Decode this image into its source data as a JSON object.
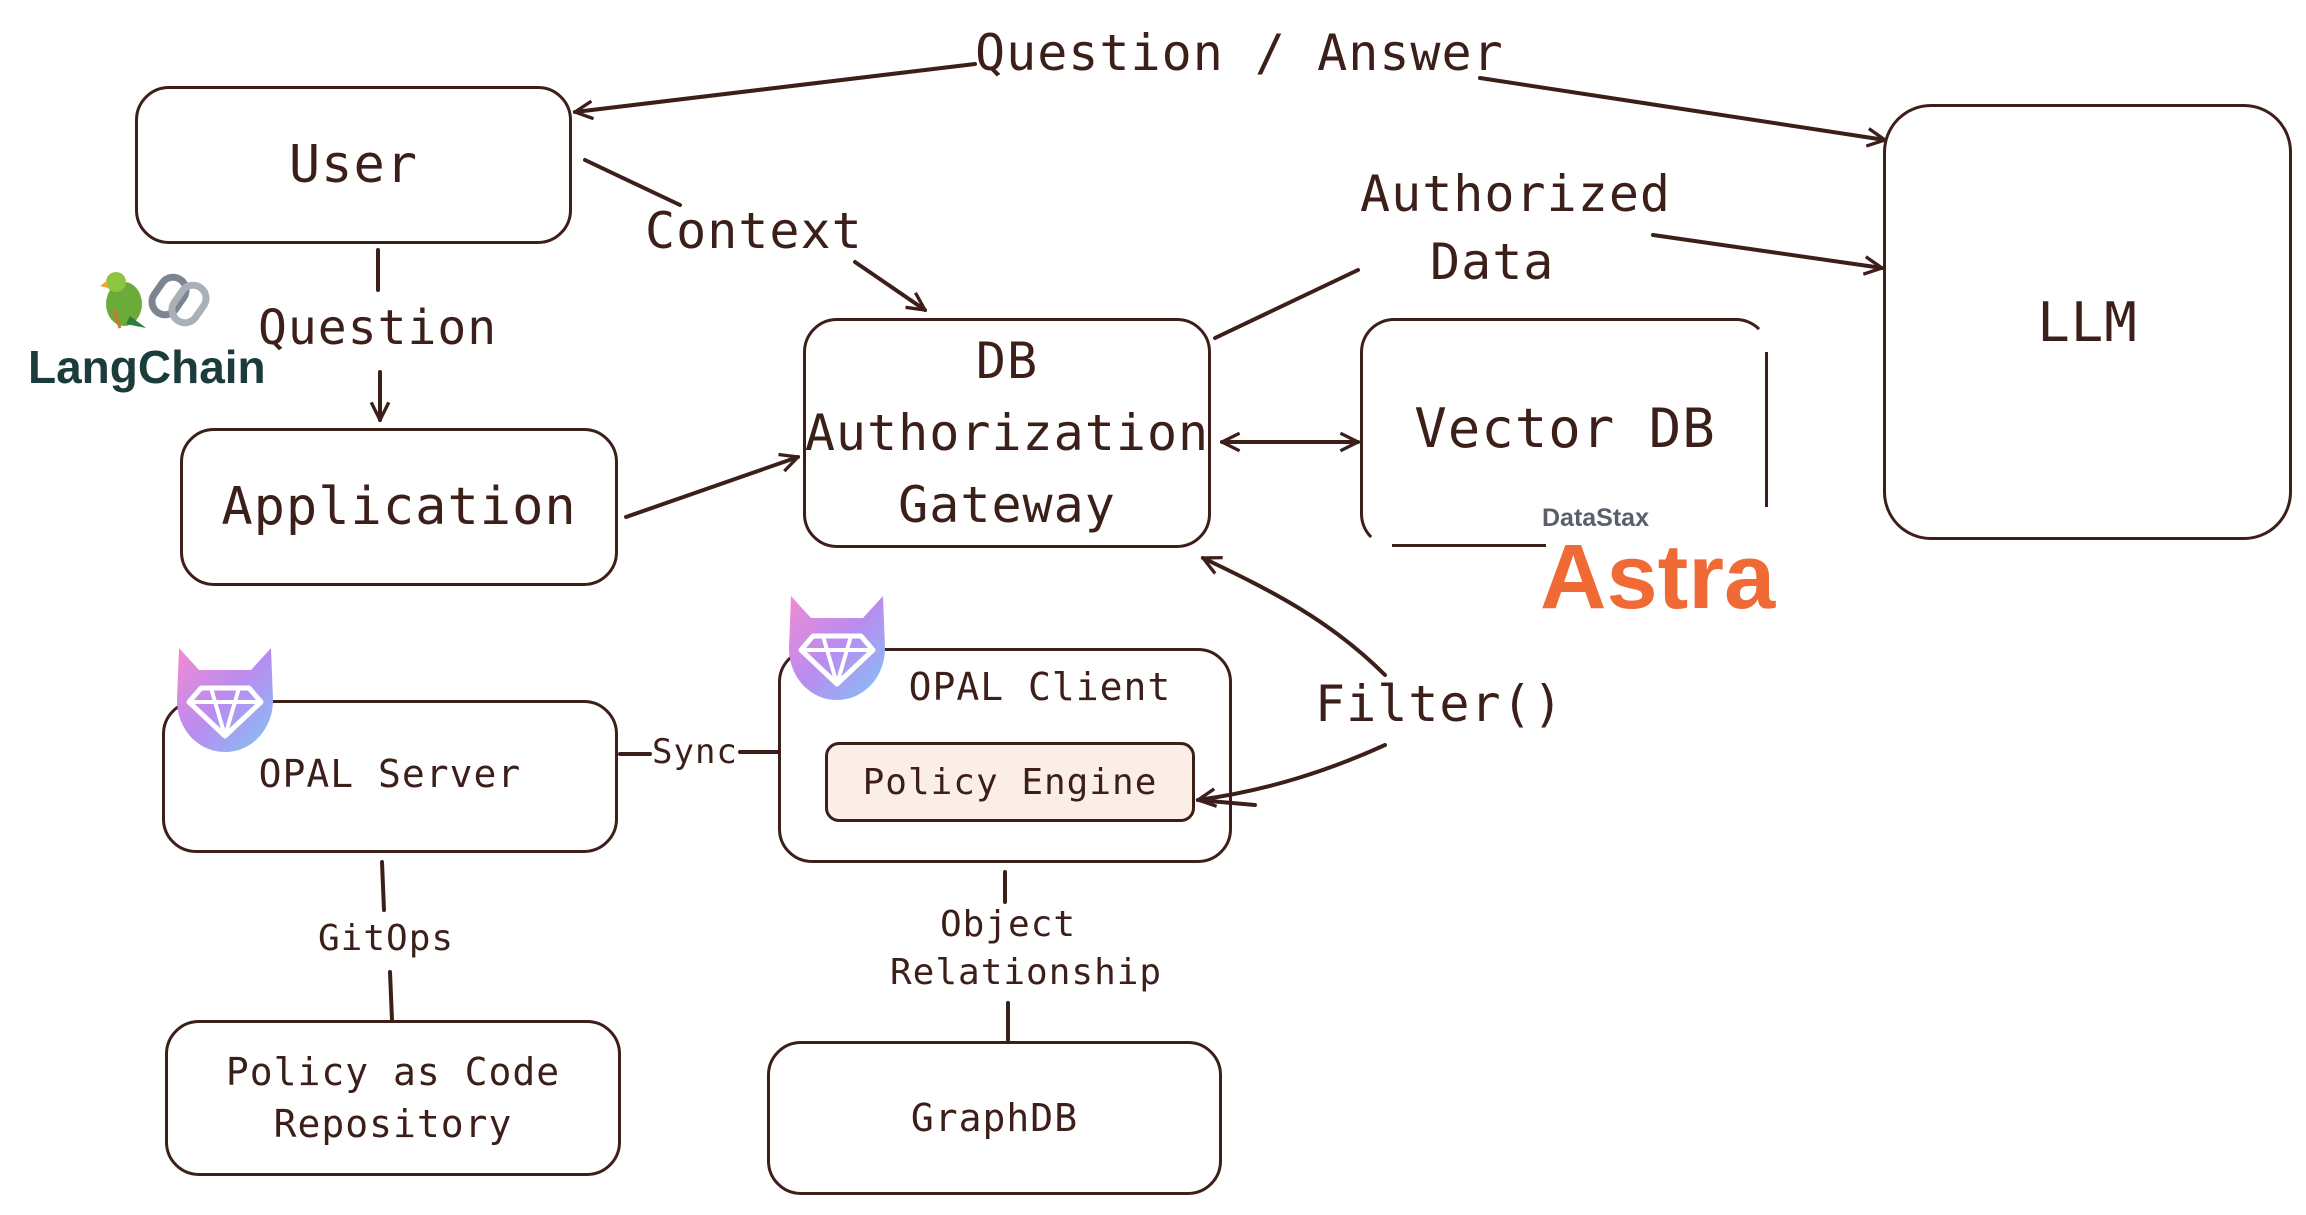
{
  "nodes": {
    "user": "User",
    "application": "Application",
    "gateway_line1": "DB",
    "gateway_line2": "Authorization",
    "gateway_line3": "Gateway",
    "vector_db": "Vector DB",
    "llm": "LLM",
    "opal_server": "OPAL Server",
    "opal_client": "OPAL Client",
    "policy_engine": "Policy Engine",
    "policy_repo_line1": "Policy as Code",
    "policy_repo_line2": "Repository",
    "graphdb": "GraphDB"
  },
  "edges": {
    "question_answer": "Question / Answer",
    "context": "Context",
    "question": "Question",
    "authorized_line1": "Authorized",
    "authorized_line2": "Data",
    "filter": "Filter()",
    "sync": "Sync",
    "gitops": "GitOps",
    "object_line1": "Object",
    "object_line2": "Relationship"
  },
  "logos": {
    "langchain": "LangChain",
    "langchain_icon": "parrot-link-icon",
    "datastax": "DataStax",
    "astra": "Astra",
    "opal_icon": "opal-gem-icon"
  },
  "colors": {
    "ink": "#3d1f1a",
    "astra": "#ef6a35",
    "datastax": "#5a5f6b",
    "policy_engine_fill": "#fbeee6",
    "langchain": "#1c3c3c"
  }
}
